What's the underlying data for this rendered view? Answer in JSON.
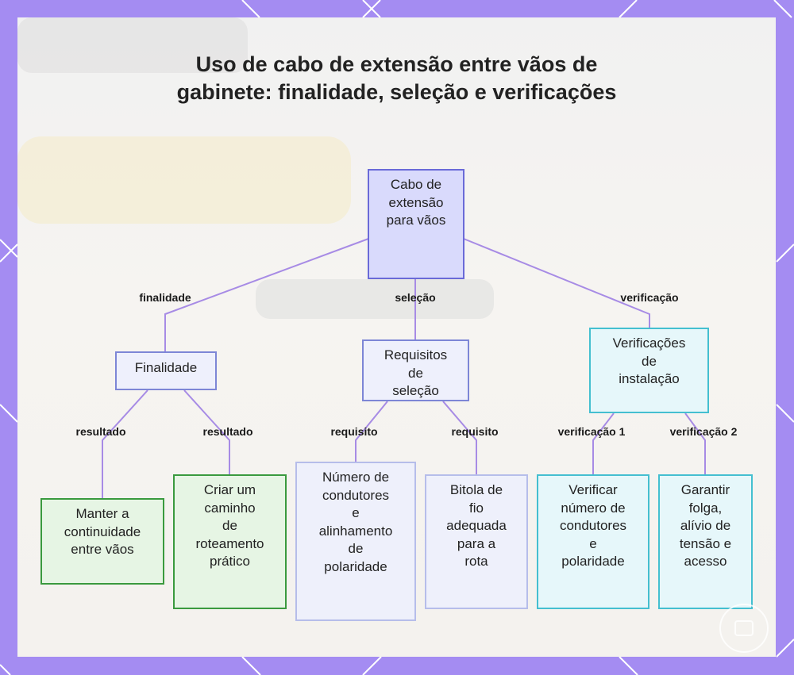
{
  "title": "Uso de cabo de extensão entre vãos de gabinete: finalidade, seleção e verificações",
  "colors": {
    "frame": "#a48cf2",
    "edge": "#a78be5",
    "root_fill": "#d9dafc",
    "cyan_border": "#44bfd0",
    "green_border": "#3a9a3e"
  },
  "nodes": {
    "root": "Cabo de\nextensão\npara vãos",
    "purpose": "Finalidade",
    "selection": "Requisitos\nde\nseleção",
    "checks": "Verificações\nde\ninstalação",
    "continuity": "Manter a\ncontinuidade\nentre vãos",
    "routing_path": "Criar um\ncaminho\nde\nroteamento\nprático",
    "conductor_count": "Número de\ncondutores\ne\nalinhamento\nde\npolaridade",
    "wire_gauge": "Bitola de\nfio\nadequada\npara a\nrota",
    "verify_conductors": "Verificar\nnúmero de\ncondutores\ne\npolaridade",
    "ensure_slack": "Garantir\nfolga,\nalívio de\ntensão e\nacesso"
  },
  "edges": {
    "purpose": "finalidade",
    "selection": "seleção",
    "checks": "verificação",
    "result_1": "resultado",
    "result_2": "resultado",
    "requirement_1": "requisito",
    "requirement_2": "requisito",
    "check_1": "verificação 1",
    "check_2": "verificação 2"
  }
}
